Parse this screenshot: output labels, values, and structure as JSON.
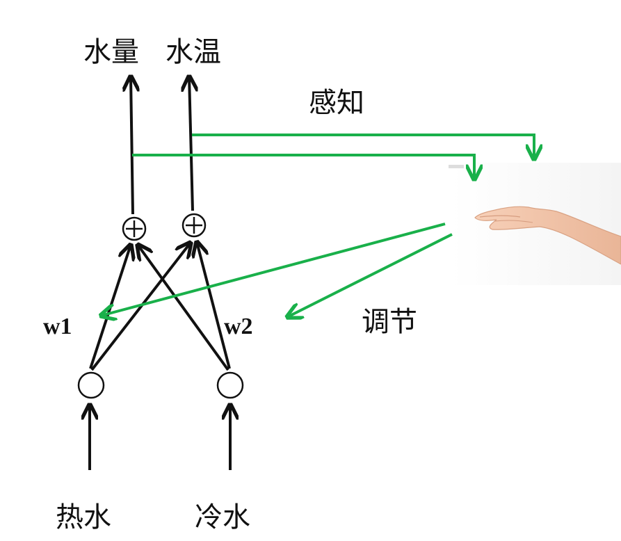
{
  "labels": {
    "water_volume": "水量",
    "water_temp": "水温",
    "perceive": "感知",
    "adjust": "调节",
    "w1": "w1",
    "w2": "w2",
    "hot_water": "热水",
    "cold_water": "冷水"
  },
  "colors": {
    "line": "#111111",
    "feedback": "#19b04a",
    "skin": "#f2c3a6"
  },
  "icons": {
    "sum_node": "circle-plus",
    "input_node": "circle",
    "hand": "hand-image"
  }
}
